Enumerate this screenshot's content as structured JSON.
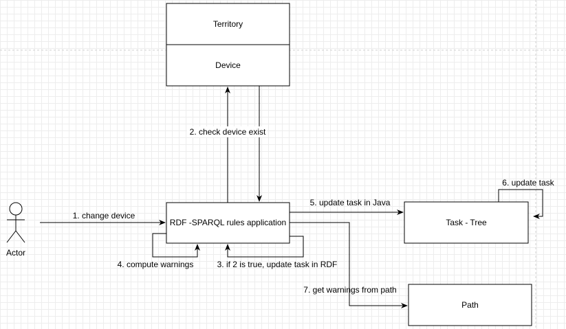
{
  "nodes": {
    "territory": "Territory",
    "device": "Device",
    "rdf_app": "RDF -SPARQL rules application",
    "task_tree": "Task - Tree",
    "path": "Path",
    "actor": "Actor"
  },
  "edges": {
    "change_device": "1. change device",
    "check_device": "2. check device exist",
    "update_task_rdf": "3. if 2 is true, update task in RDF",
    "compute_warnings": "4. compute warnings",
    "update_task_java": "5. update task in Java",
    "update_task": "6. update task",
    "get_warnings": "7. get warnings from path"
  },
  "colors": {
    "stroke": "#000000",
    "fill": "#ffffff",
    "guide": "#cfcfcf"
  }
}
